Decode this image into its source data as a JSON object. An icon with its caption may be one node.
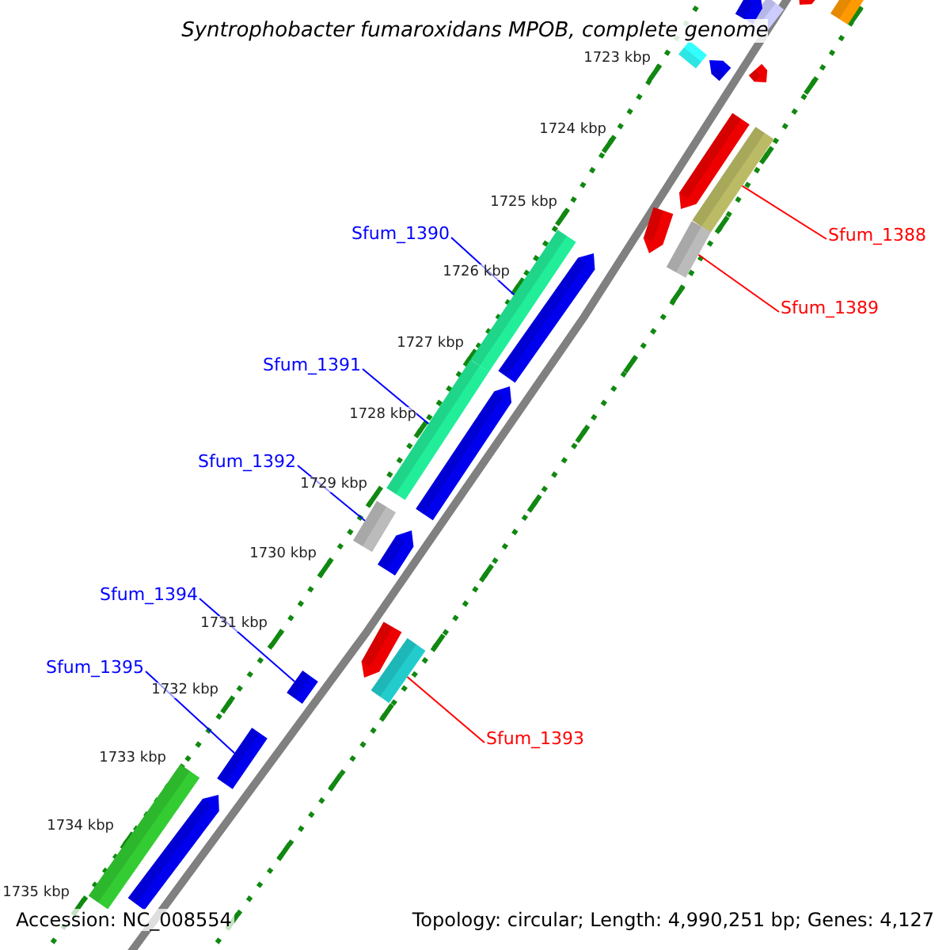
{
  "diagram": {
    "title": "Syntrophobacter fumaroxidans MPOB, complete genome",
    "nodes": [
      {
        "text": [
          "Sfum_1388"
        ]
      },
      {
        "text": [],
        "shape": "box"
      },
      {
        "text": [
          "Sfum_1389"
        ]
      },
      {
        "text": [],
        "shape": "bar"
      },
      {
        "text": [
          "Sfum_1390"
        ]
      },
      {
        "text": [],
        "shape": "bar"
      },
      {
        "text": [
          "Sfum_1391"
        ]
      },
      {
        "text": [],
        "shape": "bar"
      },
      {
        "text": [
          "Sfum_1392"
        ]
      },
      {
        "text": [],
        "shape": "bar"
      },
      {
        "text": [
          "Sfum_1394"
        ]
      },
      {
        "text": [],
        "shape": "bar"
      },
      {
        "text": [
          "Sfum_1395"
        ]
      },
      {
        "text": [],
        "shape": "bar"
      },
      {
        "text": [
          "Sfum_1393"
        ]
      },
      {
        "text": [],
        "shape": "bar"
      },
      {
        "text": [],
        "shape": "bar"
      },
      {
        "text": [],
        "shape": "arrow"
      },
      {
        "text": [],
        "shape": "arrow"
      },
      {
        "text": [],
        "shape": "bar"
      },
      {
        "text": [],
        "shape": "bar"
      },
      {
        "text": [],
        "shape": "arrow"
      },
      {
        "text": [],
        "shape": "arrow"
      },
      {
        "text": [],
        "shape": "arrow"
      },
      {
        "text": [],
        "shape": "arrow"
      },
      {
        "text": [],
        "shape": "arrow"
      },
      {
        "text": [],
        "shape": "arrow"
      },
      {
        "text": [],
        "shape": "arrow"
      },
      {
        "text": [],
        "shape": "arrow"
      },
      {
        "text": [],
        "shape": "bar"
      },
      {
        "text": [],
        "shape": "arrow"
      }
    ],
    "edges": [
      {
        "from": 0,
        "to": 1,
        "arrow": "none",
        "color": "#ff0000"
      },
      {
        "from": 2,
        "to": 3,
        "arrow": "none",
        "color": "#ff0000"
      },
      {
        "from": 4,
        "to": 5,
        "arrow": "none"
      },
      {
        "from": 6,
        "to": 7,
        "arrow": "none"
      },
      {
        "from": 8,
        "to": 9,
        "arrow": "none"
      },
      {
        "from": 10,
        "to": 11,
        "arrow": "none"
      },
      {
        "from": 12,
        "to": 13,
        "arrow": "none"
      },
      {
        "from": 14,
        "to": 15,
        "arrow": "none",
        "color": "#ff0000"
      }
    ],
    "labels": [
      "1723 kbp",
      "1724 kbp",
      "1725 kbp",
      "1726 kbp",
      "1727 kbp",
      "1728 kbp",
      "1729 kbp",
      "1730 kbp",
      "1731 kbp",
      "1732 kbp",
      "1733 kbp",
      "1734 kbp",
      "1735 kbp",
      "Accession: NC_008554",
      "Topology: circular; Length: 4,990,251 bp; Genes: 4,127"
    ]
  }
}
